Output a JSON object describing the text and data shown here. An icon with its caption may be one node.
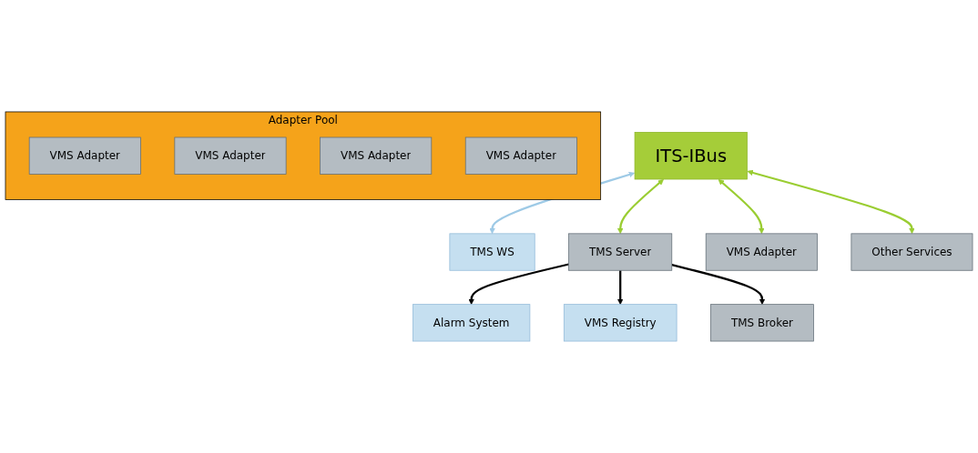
{
  "diagram": {
    "nodes": [
      {
        "text": [
          "ITS-IBus"
        ]
      },
      {
        "text": [
          "TMS WS"
        ]
      },
      {
        "text": [
          "TMS Server"
        ]
      },
      {
        "text": [
          "VMS Adapter"
        ]
      },
      {
        "text": [
          "Other Services"
        ]
      },
      {
        "text": [
          "Alarm System"
        ]
      },
      {
        "text": [
          "Adapter Pool"
        ]
      },
      {
        "text": [
          "VMS Adapter"
        ],
        "in": 6
      },
      {
        "text": [
          "VMS Adapter"
        ],
        "in": 6
      },
      {
        "text": [
          "VMS Adapter"
        ],
        "in": 6
      },
      {
        "text": [
          "VMS Adapter"
        ],
        "in": 6
      },
      {
        "text": [
          "VMS Registry"
        ]
      },
      {
        "text": [
          "TMS Broker"
        ]
      }
    ],
    "edges": [
      {
        "from": 0,
        "to": 1,
        "arrow": "both",
        "color": "#9ecae6"
      },
      {
        "from": 0,
        "to": 2,
        "arrow": "both",
        "color": "#9acd32"
      },
      {
        "from": 0,
        "to": 3,
        "arrow": "both",
        "color": "#9acd32"
      },
      {
        "from": 0,
        "to": 4,
        "arrow": "both",
        "color": "#9acd32"
      },
      {
        "from": 2,
        "to": 5,
        "arrow": "to",
        "color": "#000000"
      },
      {
        "from": 2,
        "to": 11,
        "arrow": "to",
        "color": "#000000"
      },
      {
        "from": 2,
        "to": 12,
        "arrow": "to",
        "color": "#000000"
      }
    ]
  }
}
